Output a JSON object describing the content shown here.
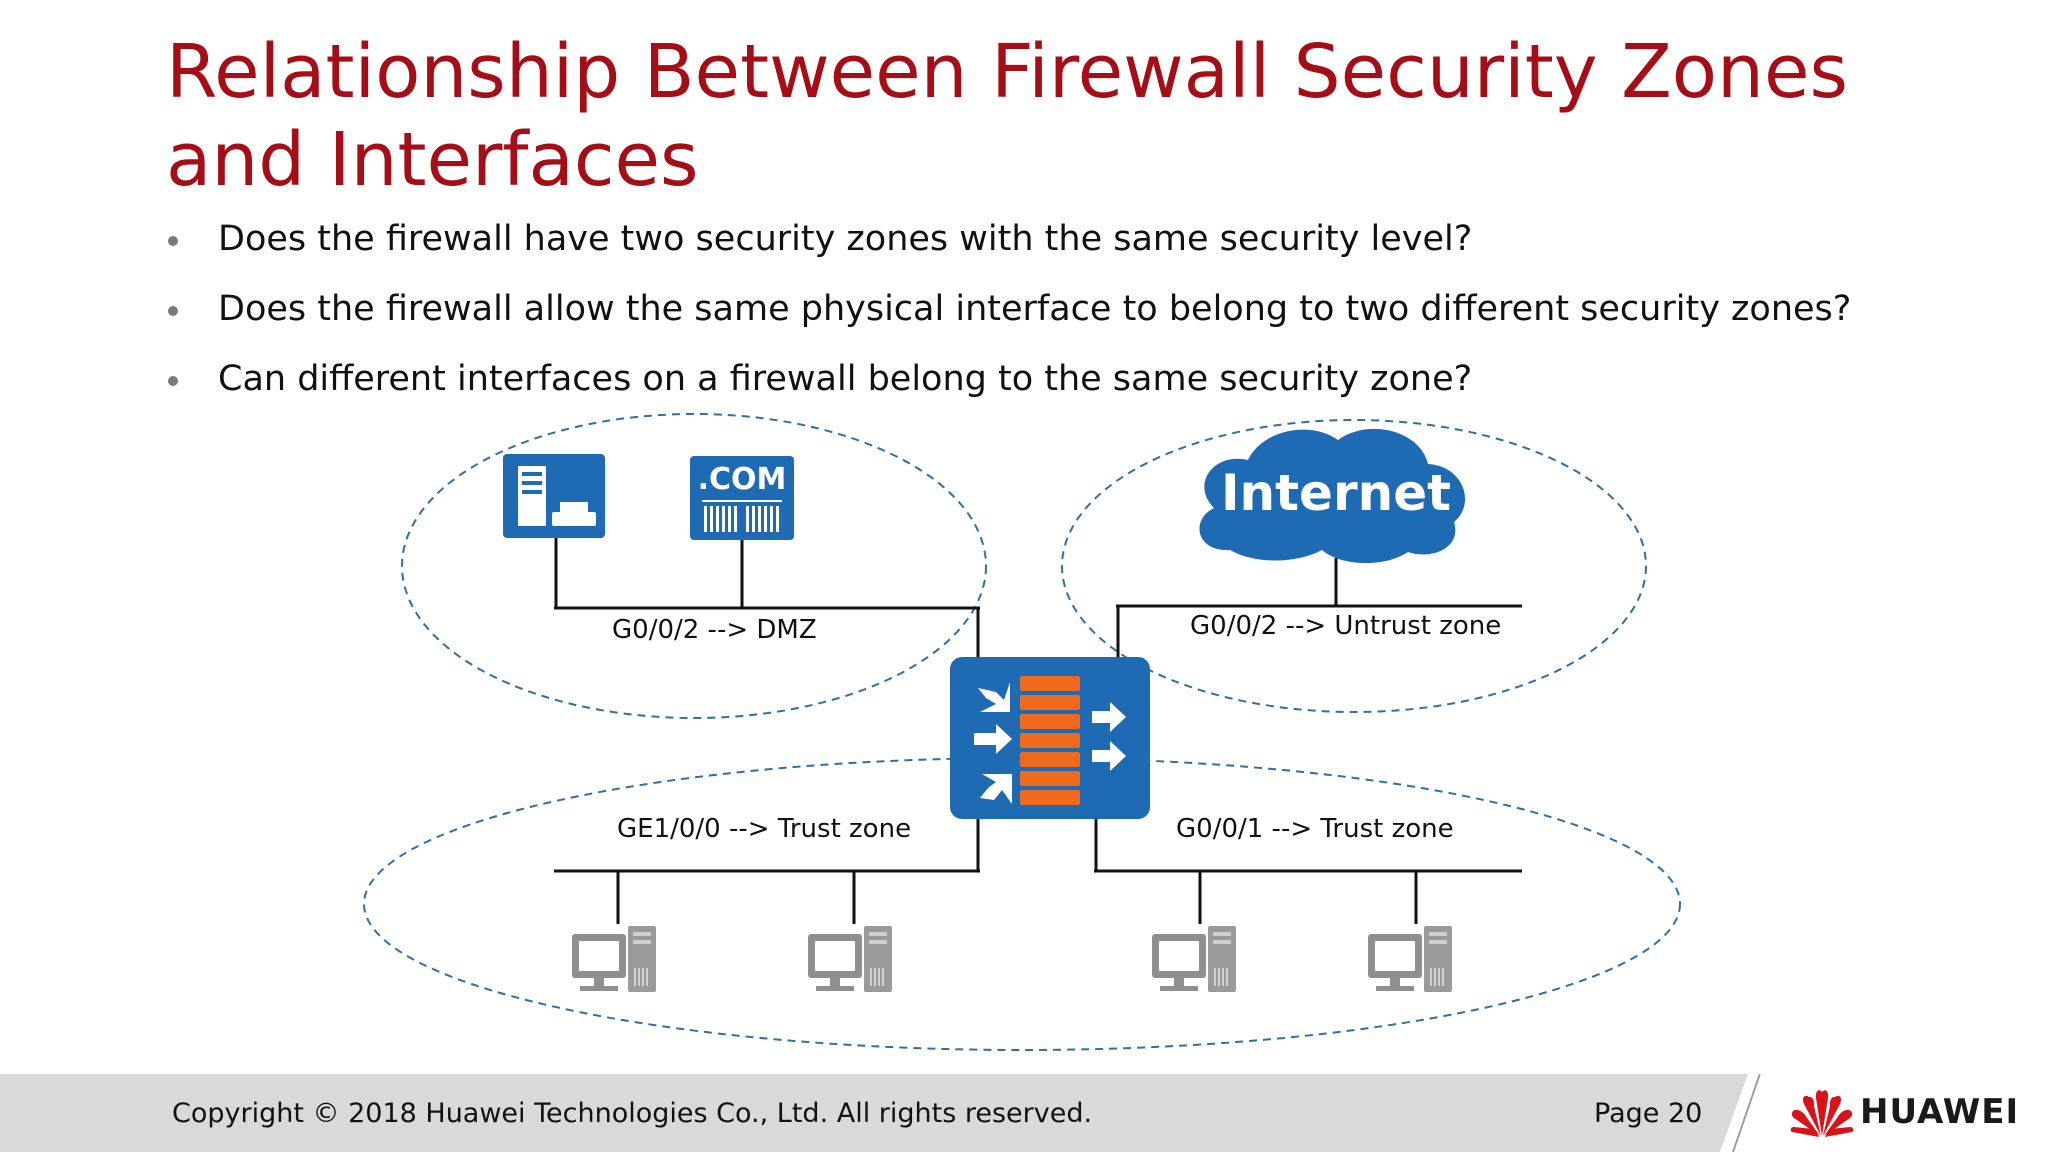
{
  "title": {
    "line1": "Relationship Between Firewall Security Zones",
    "line2": "and Interfaces"
  },
  "bullets": [
    "Does the firewall have two security zones with the same security level?",
    "Does the firewall allow the same physical interface to belong to two different security zones?",
    "Can different interfaces on a firewall belong to the same security zone?"
  ],
  "diagram": {
    "interfaces": {
      "dmz": "G0/0/2 --> DMZ",
      "untrust": "G0/0/2 --> Untrust zone",
      "trust_left": "GE1/0/0 --> Trust zone",
      "trust_right": "G0/0/1 --> Trust zone"
    },
    "cloud_label": "Internet",
    "web_server_label": ".COM",
    "colors": {
      "device_blue": "#1f6bb3",
      "firewall_orange": "#f06a1e",
      "zone_border": "#2f6fa6",
      "pc_gray": "#8f8f8f"
    },
    "icons": [
      "print-server-icon",
      "web-server-icon",
      "internet-cloud-icon",
      "firewall-icon",
      "pc-icon"
    ]
  },
  "footer": {
    "copyright": "Copyright © 2018 Huawei Technologies Co., Ltd. All rights reserved.",
    "page": "Page 20",
    "brand": "HUAWEI"
  },
  "brand_color": "#a50e16"
}
